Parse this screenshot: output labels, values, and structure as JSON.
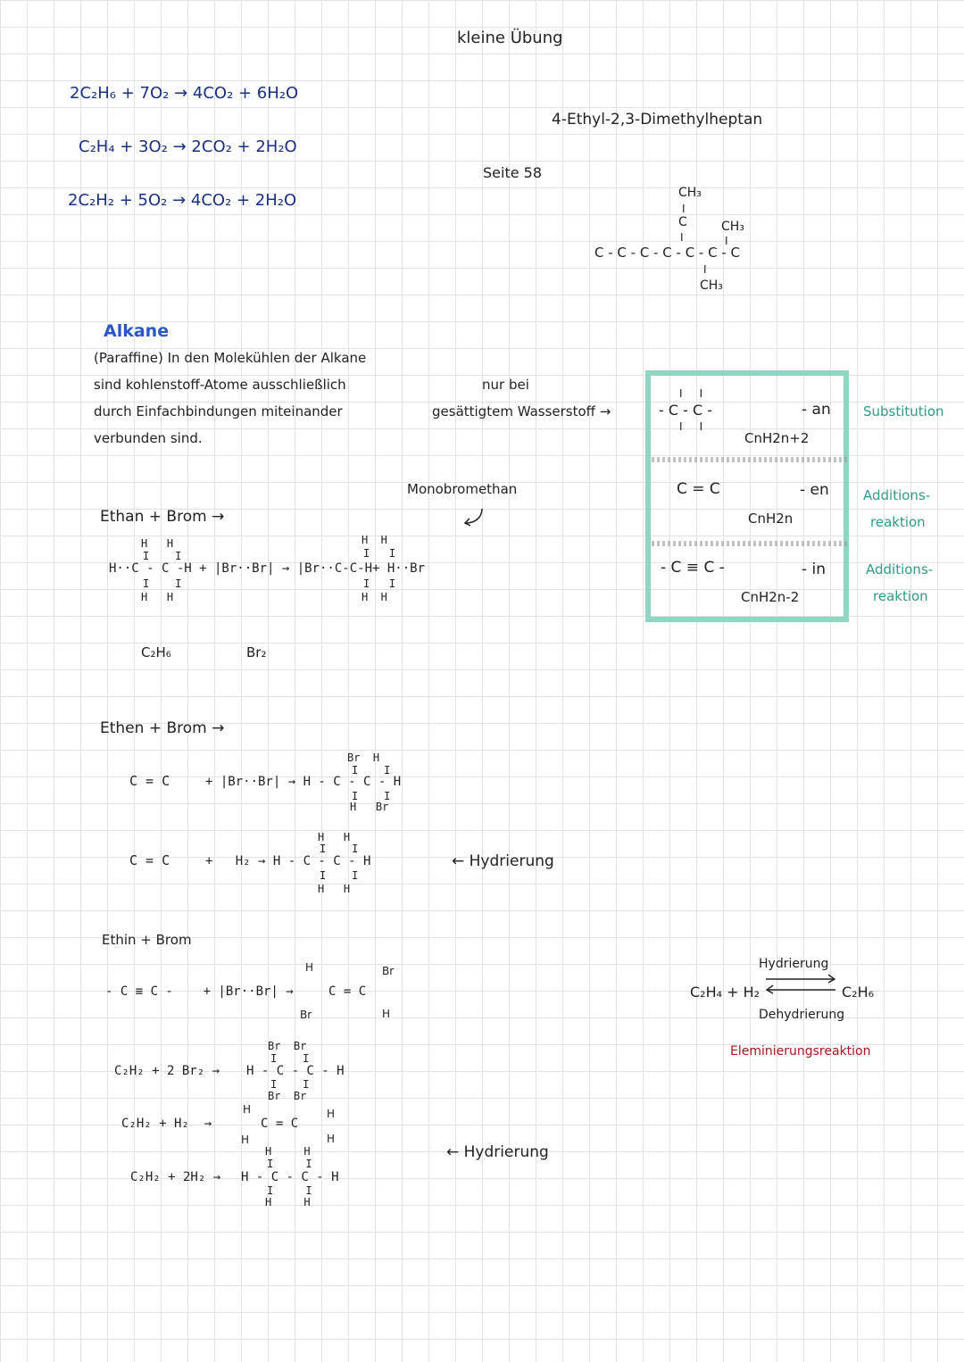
{
  "header": {
    "title": "kleine Übung",
    "subtitle": "4-Ethyl-2,3-Dimethylheptan",
    "page_ref": "Seite 58"
  },
  "equations": {
    "eq1": "2C₂H₆ + 7O₂ → 4CO₂ + 6H₂O",
    "eq2": "C₂H₄ + 3O₂ → 2CO₂ + 2H₂O",
    "eq3": "2C₂H₂ + 5O₂ → 4CO₂ + 2H₂O"
  },
  "structure_heptan": {
    "top_ch3": "CH₃",
    "bond_v": "I",
    "c_top": "C",
    "side_ch3": "CH₃",
    "chain": "C - C - C - C - C - C - C",
    "bottom_ch3": "CH₃"
  },
  "alkane": {
    "title": "Alkane",
    "line1": "(Paraffine) In den Molekühlen der Alkane",
    "line2": "sind kohlenstoff-Atome ausschließlich",
    "line3": "durch Einfachbindungen miteinander",
    "line4": "verbunden sind."
  },
  "notes": {
    "nur_bei": "nur bei",
    "gesaettigt": "gesättigtem Wasserstoff →",
    "monobromethan": "Monobromethan"
  },
  "table": {
    "row1": {
      "bond_top": "I     I",
      "bond": "- C - C -",
      "bond_bottom": "I     I",
      "suffix": "- an",
      "formula": "CnH2n+2",
      "reaction": "Substitution"
    },
    "row2": {
      "bond": "C = C",
      "suffix": "- en",
      "formula": "CnH2n",
      "reaction1": "Additions-",
      "reaction2": "reaktion"
    },
    "row3": {
      "bond": "- C ≡ C -",
      "suffix": "- in",
      "formula": "CnH2n-2",
      "reaction1": "Additions-",
      "reaction2": "reaktion"
    }
  },
  "ethan": {
    "title": "Ethan + Brom →",
    "h_top": "H   H",
    "bars_top": "I    I",
    "main": "H··C - C -H + |Br··Br| → |Br··C-C-H+ H··Br",
    "bars_bottom": "I    I",
    "h_bottom": "H   H",
    "p_h_top": "H  H",
    "p_bars_top": "I   I",
    "p_bars_bottom": "I   I",
    "p_h_bottom": "H  H",
    "label_c2h6": "C₂H₆",
    "label_br2": "Br₂"
  },
  "ethen": {
    "title": "Ethen + Brom →",
    "r1_left": "C = C",
    "r1_rest": "+ |Br··Br| → H - C - C - H",
    "r1_top": "Br  H",
    "r1_top_bars": "I    I",
    "r1_bottom_bars": "I    I",
    "r1_bottom": "H   Br",
    "r2_left": "C = C",
    "r2_rest": "+   H₂ → H - C - C - H",
    "r2_top": "H   H",
    "r2_top_bars": "I    I",
    "r2_bottom_bars": "I    I",
    "r2_bottom": "H   H",
    "hydrierung": "← Hydrierung"
  },
  "ethin": {
    "title": "Ethin + Brom",
    "r1": "- C ≡ C -    + |Br··Br| →",
    "r1_h": "H",
    "r1_br_top": "Br",
    "r1_cc": "C = C",
    "r1_br_bottom": "Br",
    "r1_h_bottom": "H",
    "r2": "C₂H₂ + 2 Br₂ →",
    "r2_top": "Br  Br",
    "r2_top_bars": "I    I",
    "r2_main": "H - C - C - H",
    "r2_bottom_bars": "I    I",
    "r2_bottom": "Br  Br",
    "r3": "C₂H₂ + H₂  →",
    "r3_h_tl": "H",
    "r3_main": "C = C",
    "r3_h_tr": "H",
    "r3_h_bl": "H",
    "r3_h_br": "H",
    "r4": "C₂H₂ + 2H₂ →",
    "r4_top": "H     H",
    "r4_top_bars": "I     I",
    "r4_main": "H - C - C - H",
    "r4_bottom_bars": "I     I",
    "r4_bottom": "H     H",
    "hydrierung2": "← Hydrierung"
  },
  "equilibrium": {
    "hydrierung": "Hydrierung",
    "left": "C₂H₄ + H₂",
    "right": "C₂H₆",
    "dehydrierung": "Dehydrierung",
    "eliminierung": "Eleminierungsreaktion"
  },
  "colors": {
    "ink": "#222222",
    "blue_ink": "#1a2f86",
    "heading_blue": "#2a57c8",
    "red_ink": "#b3121f",
    "box_teal": "#8fd6c2",
    "grid": "#e3e3e3"
  }
}
